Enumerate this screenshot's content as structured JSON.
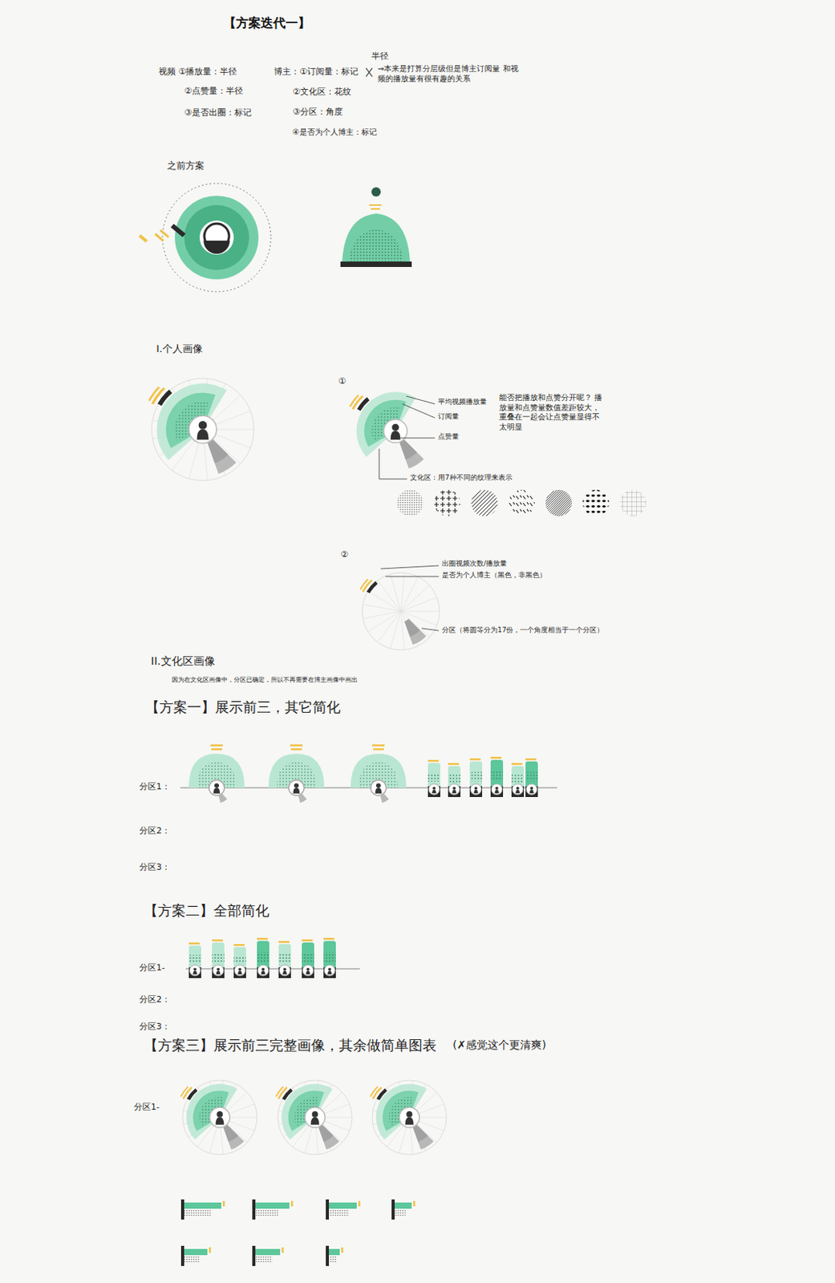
{
  "diagram": {
    "title": "【方案迭代一】",
    "labels": [
      "视频 ①播放量：半径",
      "②点赞量：半径",
      "③是否出圈：标记",
      "博主：①订阅量：标记",
      "半径",
      "⇒本来是打算分层级但是博主订阅量 和视频的播放量有很有趣的关系",
      "②文化区：花纹",
      "③分区：角度",
      "④是否为个人博主：标记",
      "之前方案",
      "I.个人画像",
      "①",
      "平均视频播放量",
      "订阅量",
      "点赞量",
      "能否把播放和点赞分开呢？ 播放量和点赞量数值差距较大，重叠在一起会让点赞量显得不太明显",
      "文化区：用7种不同的纹理来表示",
      "②",
      "出圈视频次数/播放量",
      "是否为个人博主（黑色，非黑色）",
      "分区（将圆等分为17份，一个角度相当于一个分区）",
      "II.文化区画像",
      "因为在文化区画像中，分区已确定，所以不再需要在博主画像中画出",
      "【方案一】展示前三，其它简化",
      "分区1：",
      "分区2：",
      "分区3：",
      "【方案二】全部简化",
      "分区1-",
      "分区2：",
      "分区3：",
      "【方案三】展示前三完整画像，其余做简单图表",
      "(✗感觉这个更清爽)",
      "分区1-"
    ]
  }
}
